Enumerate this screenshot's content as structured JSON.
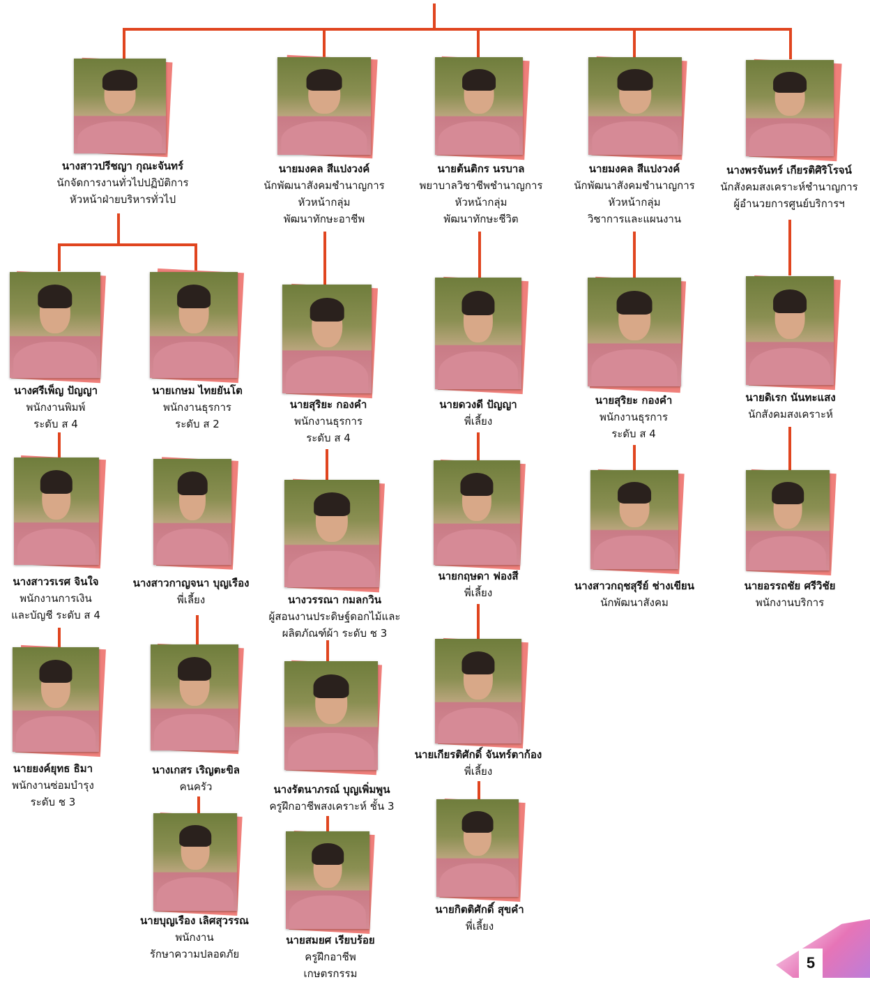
{
  "colors": {
    "connector": "#e0451f",
    "photo_accent": "#ef7f7a",
    "shirt": "#d68a96"
  },
  "people": {
    "p1": {
      "lines": [
        "นางสาวปรีชญา กุณะจันทร์",
        "นักจัดการงานทั่วไปปฏิบัติการ",
        "หัวหน้าฝ่ายบริหารทั่วไป"
      ]
    },
    "p2": {
      "lines": [
        "นายมงคล สีแปงวงค์",
        "นักพัฒนาสังคมชำนาญการ",
        "หัวหน้ากลุ่ม",
        "พัฒนาทักษะอาชีพ"
      ]
    },
    "p3": {
      "lines": [
        "นายต้นติกร นรบาล",
        "พยาบาลวิชาชีพชำนาญการ",
        "หัวหน้ากลุ่ม",
        "พัฒนาทักษะชีวิต"
      ]
    },
    "p4": {
      "lines": [
        "นายมงคล สีแปงวงค์",
        "นักพัฒนาสังคมชำนาญการ",
        "หัวหน้ากลุ่ม",
        "วิชาการและแผนงาน"
      ]
    },
    "p5": {
      "lines": [
        "นางพรจันทร์ เกียรติศิริโรจน์",
        "นักสังคมสงเคราะห์ชำนาญการ",
        "ผู้อำนวยการศูนย์บริการฯ"
      ]
    },
    "p6": {
      "lines": [
        "นางศรีเพ็ญ ปัญญา",
        "พนักงานพิมพ์",
        "ระดับ ส 4"
      ]
    },
    "p7": {
      "lines": [
        "นายเกษม ไทยยันโต",
        "พนักงานธุรการ",
        "ระดับ ส 2"
      ]
    },
    "p8": {
      "lines": [
        "นายสุริยะ กองคำ",
        "พนักงานธุรการ",
        "ระดับ ส 4"
      ]
    },
    "p9": {
      "lines": [
        "นายดวงดี ปัญญา",
        "พี่เลี้ยง"
      ]
    },
    "p10": {
      "lines": [
        "นายสุริยะ กองคำ",
        "พนักงานธุรการ",
        "ระดับ ส 4"
      ]
    },
    "p11": {
      "lines": [
        "นายดิเรก นันทะแสง",
        "นักสังคมสงเคราะห์"
      ]
    },
    "p12": {
      "lines": [
        "นางสาวรเรศ จินใจ",
        "พนักงานการเงิน",
        "และบัญชี ระดับ ส 4"
      ]
    },
    "p13": {
      "lines": [
        "นางสาวกาญจนา บุญเรือง",
        "พี่เลี้ยง"
      ]
    },
    "p14": {
      "lines": [
        "นางวรรณา กมลกวิน",
        "ผู้สอนงานประดิษฐ์ดอกไม้และ",
        "ผลิตภัณฑ์ผ้า ระดับ ช 3"
      ]
    },
    "p15": {
      "lines": [
        "นายกฤษดา ฟองสี",
        "พี่เลี้ยง"
      ]
    },
    "p16": {
      "lines": [
        "นางสาวกฤชสุรีย์ ช่างเขียน",
        "นักพัฒนาสังคม"
      ]
    },
    "p17": {
      "lines": [
        "นายอรรถชัย ศรีวิชัย",
        "พนักงานบริการ"
      ]
    },
    "p18": {
      "lines": [
        "นายยงค์ยุทธ ธิมา",
        "พนักงานซ่อมบำรุง",
        "ระดับ ช 3"
      ]
    },
    "p19": {
      "lines": [
        "นางเกสร เริญตะขิล",
        "คนครัว"
      ]
    },
    "p20": {
      "lines": [
        "นางรัตนาภรณ์ บุญเพิ่มพูน",
        "ครูฝึกอาชีพสงเคราะห์ ชั้น 3"
      ]
    },
    "p21": {
      "lines": [
        "นายเกียรติศักดิ์ จันทร์ตาก้อง",
        "พี่เลี้ยง"
      ]
    },
    "p22": {
      "lines": [
        "นายบุญเรือง เลิศสุวรรณ",
        "พนักงาน",
        "รักษาความปลอดภัย"
      ]
    },
    "p23": {
      "lines": [
        "นายสมยศ เรียบร้อย",
        "ครูฝึกอาชีพ",
        "เกษตรกรรม"
      ]
    },
    "p24": {
      "lines": [
        "นายกิตติศักดิ์ สุขคำ",
        "พี่เลี้ยง"
      ]
    }
  },
  "page_number": "5"
}
